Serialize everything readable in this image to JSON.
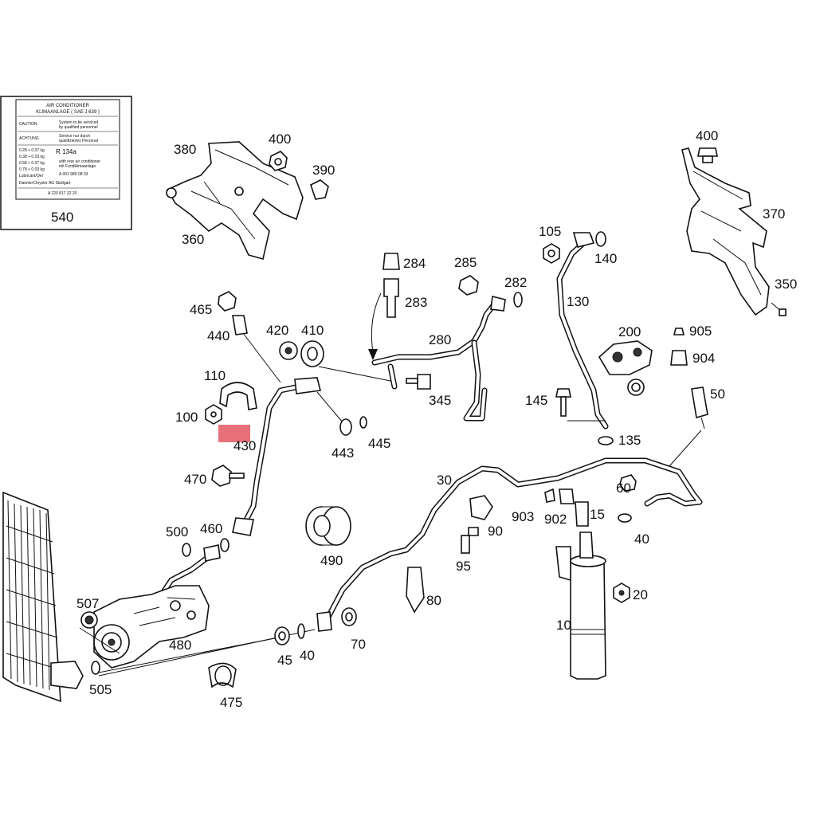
{
  "label_card": {
    "title_line1": "AIR CONDITIONER",
    "title_line2": "KLIMAANLAGE ( SAE J 639 )",
    "caution": "CAUTION",
    "caution_text1": "System to be serviced",
    "caution_text2": "by qualified personnel",
    "warning": "ACHTUNG",
    "warning_text1": "Service nur durch",
    "warning_text2": "qualifiziertes Personal",
    "refrigerant": "R 134a",
    "row1": "0.28 + 0.07 kg",
    "row2": "0.38 + 0.03 kg",
    "row3": "0.58 + 0.07 kg",
    "row4": "0.78 + 0.03 kg",
    "oil_text1": "with rear air conditioner",
    "oil_text2": "mit Fondklimaanlage",
    "lubricant": "Lubricant/Oel",
    "part_no": "A 001 989 08 03",
    "company": "DaimlerChrysler AG Stuttgart",
    "code": "A 220 817 32 20",
    "number": "540"
  },
  "callouts": {
    "c380": "380",
    "c400a": "400",
    "c390": "390",
    "c360": "360",
    "c400b": "400",
    "c370": "370",
    "c350": "350",
    "c105": "105",
    "c140": "140",
    "c130": "130",
    "c284": "284",
    "c285": "285",
    "c282": "282",
    "c283": "283",
    "c280": "280",
    "c345": "345",
    "c465": "465",
    "c440": "440",
    "c420": "420",
    "c410": "410",
    "c110": "110",
    "c100": "100",
    "c430": "430",
    "c443": "443",
    "c445": "445",
    "c200": "200",
    "c145": "145",
    "c135": "135",
    "c905": "905",
    "c904": "904",
    "c50": "50",
    "c470": "470",
    "c30": "30",
    "c60": "60",
    "c903": "903",
    "c902": "902",
    "c15": "15",
    "c40a": "40",
    "c90": "90",
    "c95": "95",
    "c80": "80",
    "c500": "500",
    "c460": "460",
    "c490": "490",
    "c507": "507",
    "c480": "480",
    "c505": "505",
    "c475": "475",
    "c45": "45",
    "c40b": "40",
    "c70": "70",
    "c10": "10",
    "c20": "20"
  },
  "highlight": {
    "color": "#e8707a"
  }
}
